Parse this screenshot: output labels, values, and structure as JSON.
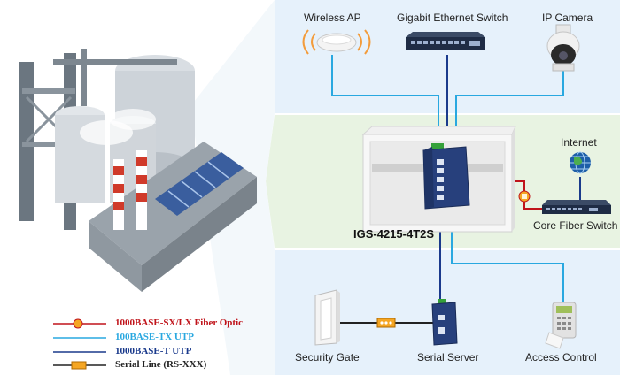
{
  "labels": {
    "wireless_ap": "Wireless AP",
    "gigabit_switch": "Gigabit Ethernet Switch",
    "ip_camera": "IP Camera",
    "internet": "Internet",
    "product": "IGS-4215-4T2S",
    "core_fiber_switch": "Core Fiber Switch",
    "security_gate": "Security Gate",
    "serial_server": "Serial Server",
    "access_control": "Access Control"
  },
  "legend": [
    {
      "label": "1000BASE-SX/LX Fiber Optic",
      "color": "#c0141b",
      "marker": "fiber"
    },
    {
      "label": "100BASE-TX UTP",
      "color": "#29a8e0",
      "marker": "none"
    },
    {
      "label": "1000BASE-T UTP",
      "color": "#1a3a8c",
      "marker": "none"
    },
    {
      "label": "Serial Line (RS-XXX)",
      "color": "#222222",
      "marker": "serial"
    }
  ],
  "colors": {
    "fiber": "#c0141b",
    "utp100": "#29a8e0",
    "utp1000": "#1a3a8c",
    "serial": "#222222",
    "zone_blue": "#e6f1fb",
    "zone_green": "#e8f3e2"
  }
}
